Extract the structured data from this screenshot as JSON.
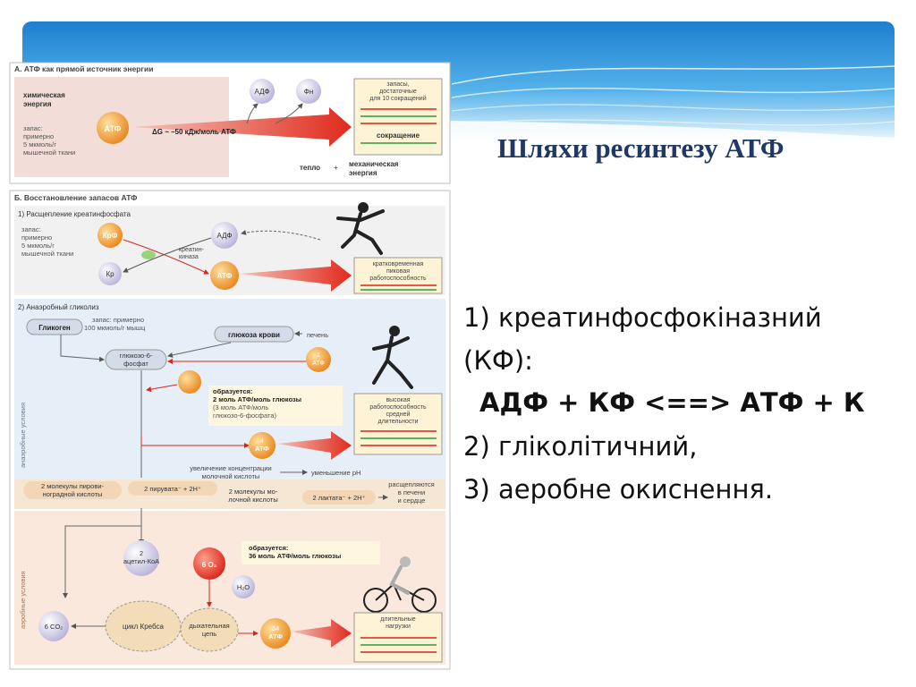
{
  "slide": {
    "title": "Шляхи ресинтезу  АТФ",
    "lines": [
      "1) креатинфосфокіназний",
      "(КФ):",
      "АДФ + КФ <==> АТФ + К",
      "2) гліколітичний,",
      "3) аеробне окиснення."
    ]
  },
  "figure": {
    "panel_a": {
      "heading": "А. АТФ как прямой источник энергии",
      "left_label_1": "химическая",
      "left_label_2": "энергия",
      "store_1": "запас:",
      "store_2": "примерно",
      "store_3": "5 мкмоль/г",
      "store_4": "мышечной ткани",
      "atp": "АТФ",
      "adp": "АДФ",
      "pn": "Фн",
      "delta_g": "ΔG ~ –50 кДж/моль АТФ",
      "reserve_1": "запасы,",
      "reserve_2": "достаточные",
      "reserve_3": "для 10 сокращений",
      "contraction": "сокращение",
      "heat": "тепло",
      "plus": "+",
      "mech_1": "механическая",
      "mech_2": "энергия"
    },
    "panel_b": {
      "heading": "Б. Восстановление запасов АТФ",
      "s1_title": "1) Расщепление креатинфосфата",
      "s1_store_1": "запас:",
      "s1_store_2": "примерно",
      "s1_store_3": "5 мкмоль/г",
      "s1_store_4": "мышечной ткани",
      "krf": "КрФ",
      "kr": "Кр",
      "adp": "АДФ",
      "atp": "АТФ",
      "kinase_1": "креатин-",
      "kinase_2": "киназа",
      "short_1": "кратковременная",
      "short_2": "пиковая",
      "short_3": "работоспособность",
      "s2_title": "2) Анаэробный гликолиз",
      "glycogen": "Гликоген",
      "glyc_store_1": "запас: примерно",
      "glyc_store_2": "100 мкмоль/г мышц",
      "blood_glucose": "глюкоза крови",
      "liver": "печень",
      "atp1": "1",
      "atp1_label": "АТФ",
      "g6p_1": "глюкозо-6-",
      "g6p_2": "фосфат",
      "formed_1": "образуется:",
      "formed_2": "2 моль АТФ/моль глюкозы",
      "formed_3": "(3 моль АТФ/моль",
      "formed_4": "глюкозо-6-фосфата)",
      "atp4": "4",
      "atp4_label": "АТФ",
      "high_1": "высокая",
      "high_2": "работоспособность",
      "high_3": "средней",
      "high_4": "длительности",
      "lactate_conc_1": "увеличение концентрации",
      "lactate_conc_2": "молочной кислоты",
      "ph_drop": "уменьшение pH",
      "pyruvic_1": "2 молекулы пирови-",
      "pyruvic_2": "ноградной кислоты",
      "pyruvate": "2 пирувата⁻ + 2H⁺",
      "lactic_1": "2 молекулы мо-",
      "lactic_2": "лочной кислоты",
      "lactate": "2 лактата⁻ + 2H⁺",
      "split_1": "расщепляются",
      "split_2": "в печени",
      "split_3": "и сердце",
      "anaerobic": "анаэробные условия",
      "aerobic": "аэробные условия",
      "acetyl_1": "2",
      "acetyl_2": "ацетил-КоА",
      "o2": "6 O₂",
      "co2": "6 CO₂",
      "h2o": "H₂O",
      "krebs": "цикл Кребса",
      "resp_1": "дыхательная",
      "resp_2": "цепь",
      "atp34": "34",
      "atp34_label": "АТФ",
      "formed36_1": "образуется:",
      "formed36_2": "36 моль АТФ/моль глюкозы",
      "long_1": "длительные",
      "long_2": "нагрузки",
      "anaerobic_marker": "",
      "aerobic_marker": ""
    }
  }
}
